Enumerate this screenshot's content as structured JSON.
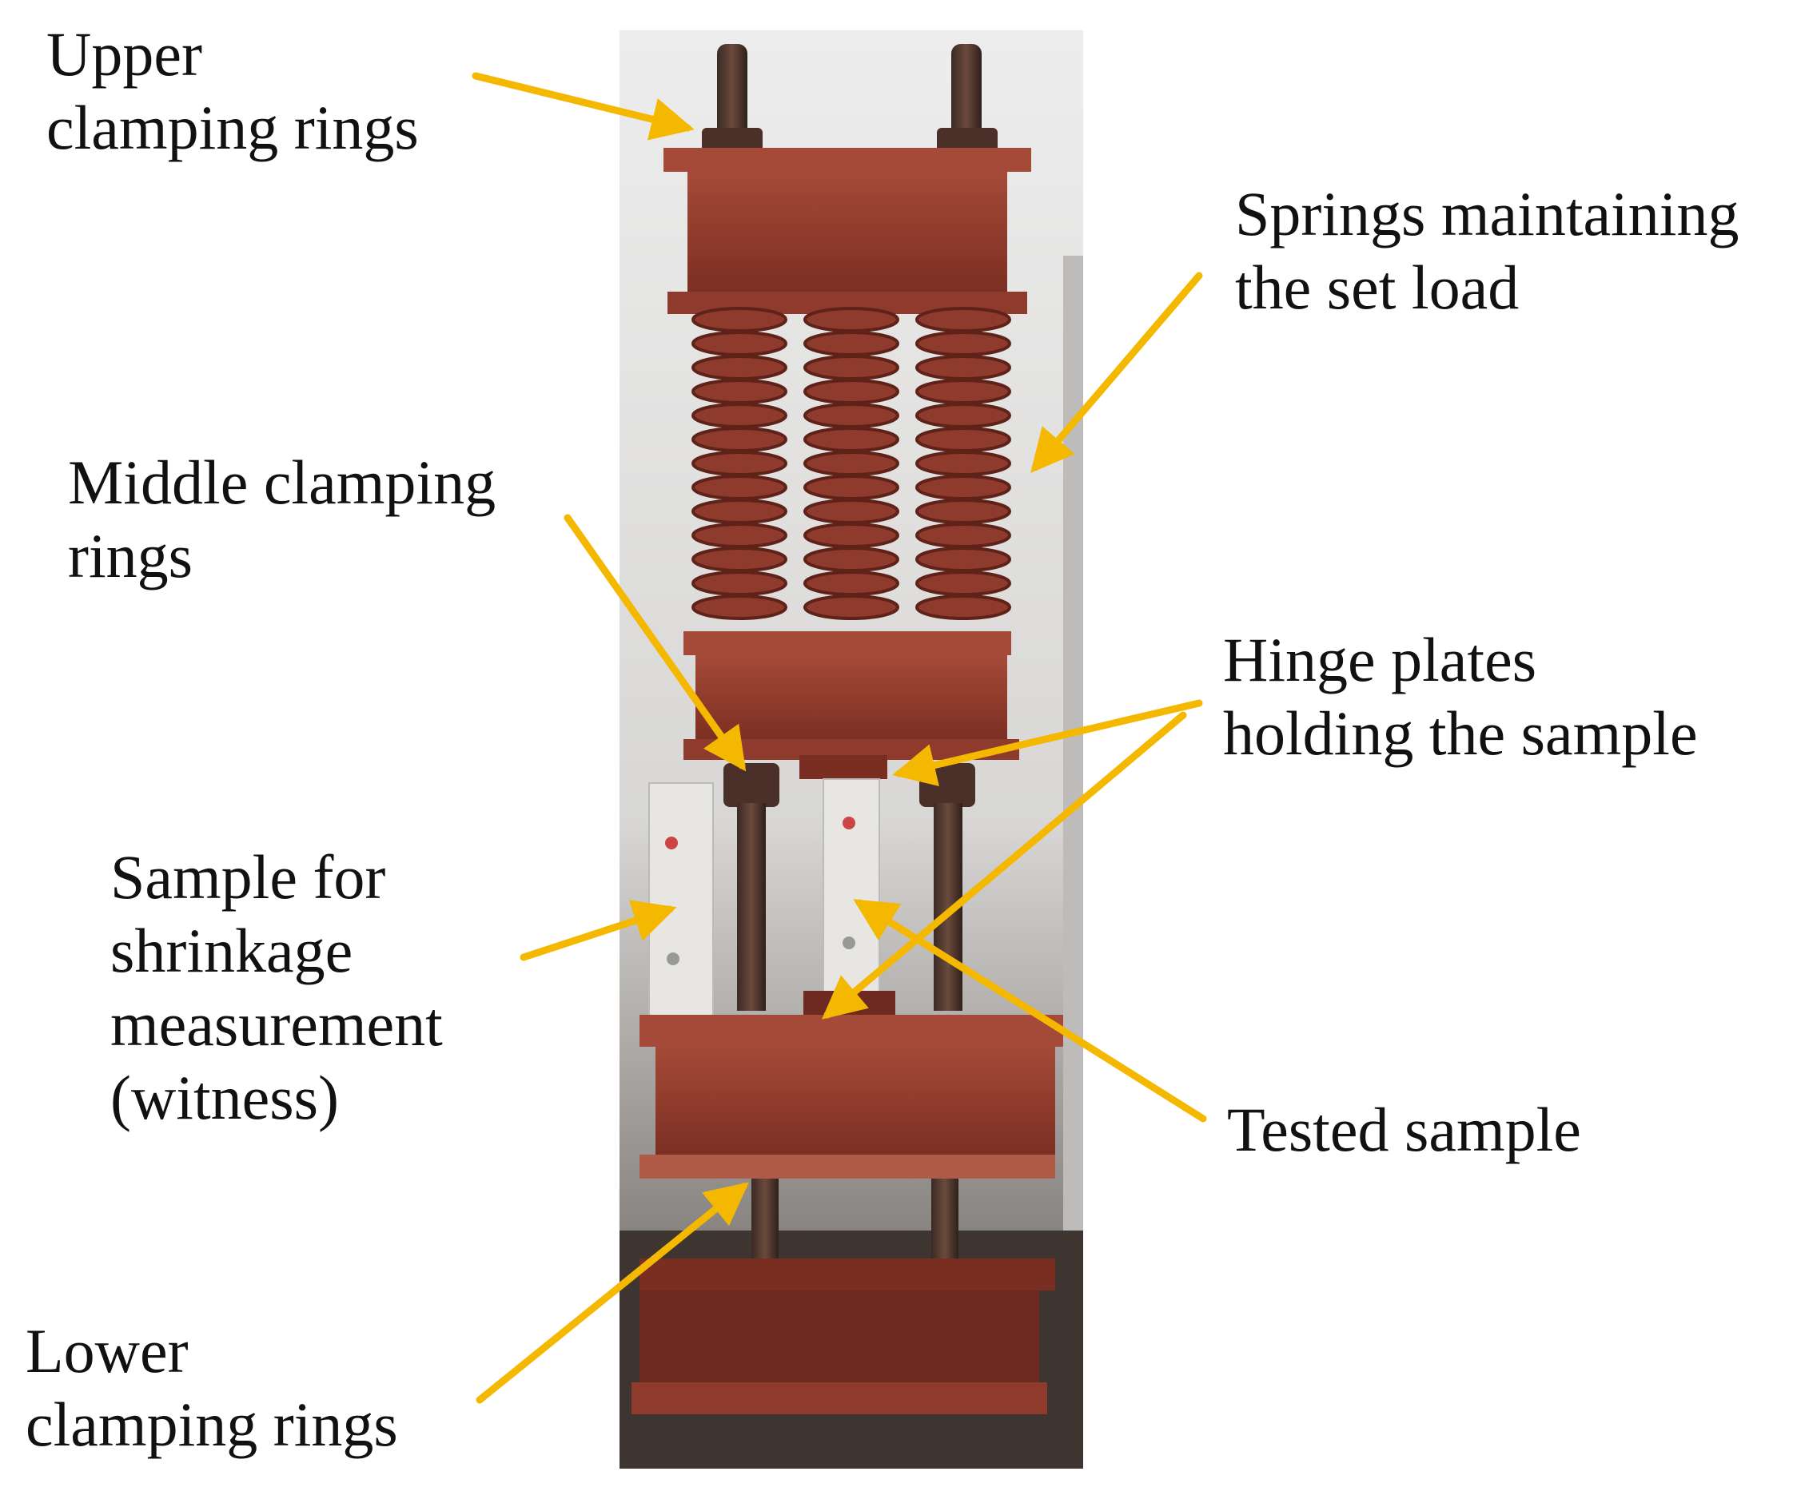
{
  "labels": {
    "upper": [
      "Upper",
      "clamping rings"
    ],
    "springs": [
      "Springs maintaining",
      "the set load"
    ],
    "middle": [
      "Middle clamping",
      "rings"
    ],
    "hinge": [
      "Hinge plates",
      "holding the sample"
    ],
    "witness": [
      "Sample for",
      "shrinkage",
      "measurement",
      "(witness)"
    ],
    "tested": [
      "Tested sample"
    ],
    "lower": [
      "Lower",
      "clamping rings"
    ]
  },
  "colors": {
    "arrow": "#F5B800",
    "steel": "#8E3A2C",
    "steel_dark": "#5E2219",
    "steel_light": "#A54A38",
    "sample": "#E8E6E2",
    "wall": "#D9D8D6"
  }
}
